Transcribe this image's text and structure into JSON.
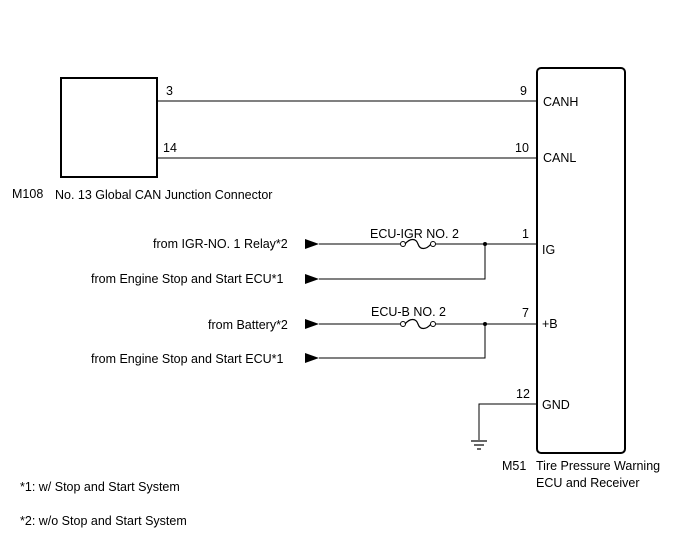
{
  "junction_connector": {
    "code": "M108",
    "name": "No. 13 Global CAN Junction Connector",
    "pin_canh": "3",
    "pin_canl": "14"
  },
  "ecu": {
    "code": "M51",
    "name_line1": "Tire Pressure Warning",
    "name_line2": "ECU and Receiver",
    "pins": {
      "canh_num": "9",
      "canh_label": "CANH",
      "canl_num": "10",
      "canl_label": "CANL",
      "ig_num": "1",
      "ig_label": "IG",
      "b_num": "7",
      "b_label": "+B",
      "gnd_num": "12",
      "gnd_label": "GND"
    }
  },
  "fuses": {
    "ig": "ECU-IGR NO. 2",
    "b": "ECU-B NO. 2"
  },
  "sources": {
    "igr_relay": "from IGR-NO. 1 Relay*2",
    "engine_ecu_1": "from Engine Stop and Start ECU*1",
    "battery": "from Battery*2",
    "engine_ecu_2": "from Engine Stop and Start ECU*1"
  },
  "footnotes": {
    "note1": "*1: w/ Stop and Start System",
    "note2": "*2: w/o Stop and Start System"
  }
}
